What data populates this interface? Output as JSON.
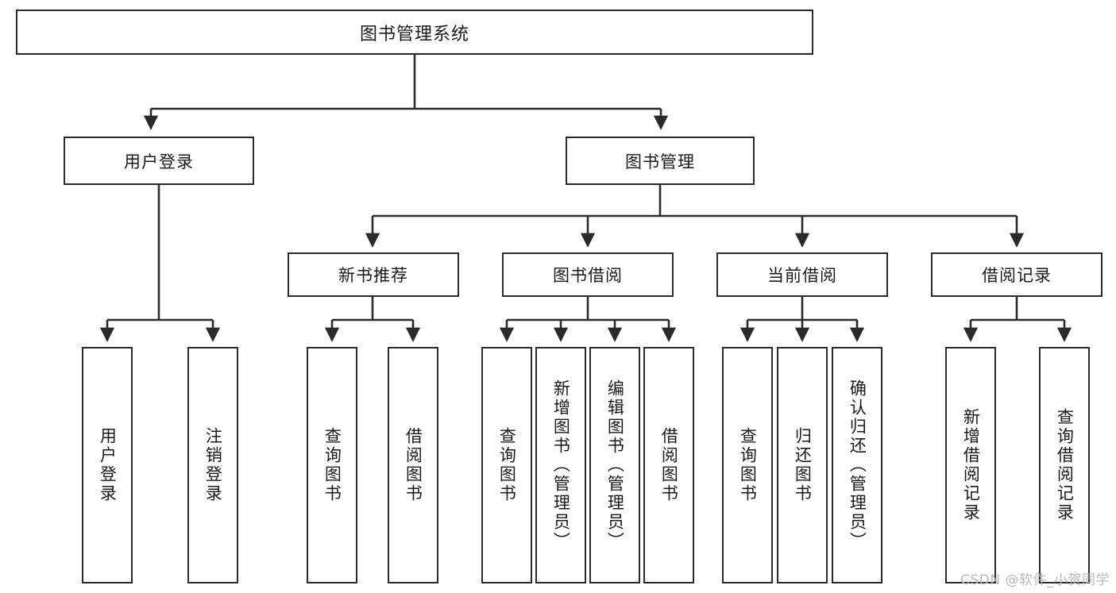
{
  "diagram": {
    "title": "图书管理系统",
    "type": "tree-hierarchy",
    "watermark": "CSDN @软件_小贺同学",
    "colors": {
      "border": "#2b2b2b",
      "background": "#ffffff",
      "text": "#1a1a1a",
      "connector": "#2b2b2b",
      "watermark": "#b9b9b9"
    },
    "nodes": {
      "root": {
        "label": "图书管理系统"
      },
      "level1": [
        {
          "id": "user-login",
          "label": "用户登录"
        },
        {
          "id": "book-management",
          "label": "图书管理"
        }
      ],
      "level2": [
        {
          "id": "new-book-recommend",
          "label": "新书推荐"
        },
        {
          "id": "book-borrow",
          "label": "图书借阅"
        },
        {
          "id": "current-borrow",
          "label": "当前借阅"
        },
        {
          "id": "borrow-record",
          "label": "借阅记录"
        }
      ],
      "leaves": {
        "user-login": [
          {
            "id": "leaf-user-login",
            "label": "用户登录"
          },
          {
            "id": "leaf-logout-login",
            "label": "注销登录"
          }
        ],
        "new-book-recommend": [
          {
            "id": "leaf-query-book-1",
            "label": "查询图书"
          },
          {
            "id": "leaf-borrow-book-1",
            "label": "借阅图书"
          }
        ],
        "book-borrow": [
          {
            "id": "leaf-query-book-2",
            "label": "查询图书"
          },
          {
            "id": "leaf-add-book",
            "label": "新增图书（管理员）"
          },
          {
            "id": "leaf-edit-book",
            "label": "编辑图书（管理员）"
          },
          {
            "id": "leaf-borrow-book-2",
            "label": "借阅图书"
          }
        ],
        "current-borrow": [
          {
            "id": "leaf-query-book-3",
            "label": "查询图书"
          },
          {
            "id": "leaf-return-book",
            "label": "归还图书"
          },
          {
            "id": "leaf-confirm-return",
            "label": "确认归还（管理员）"
          }
        ],
        "borrow-record": [
          {
            "id": "leaf-add-record",
            "label": "新增借阅记录"
          },
          {
            "id": "leaf-query-record",
            "label": "查询借阅记录"
          }
        ]
      }
    }
  }
}
